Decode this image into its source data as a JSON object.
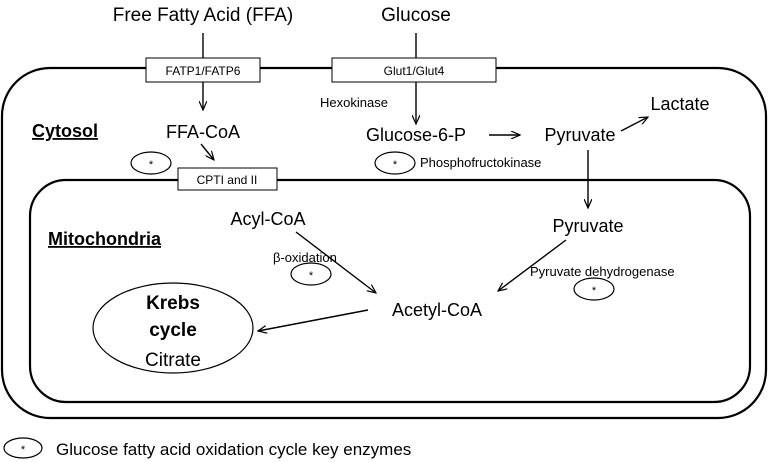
{
  "inputs": {
    "ffa": "Free Fatty Acid (FFA)",
    "glucose": "Glucose"
  },
  "transporters": {
    "fatp": "FATP1/FATP6",
    "glut": "Glut1/Glut4",
    "cpt": "CPTI and II"
  },
  "compartments": {
    "cytosol": "Cytosol",
    "mitochondria": "Mitochondria"
  },
  "cytosol_nodes": {
    "ffa_coa": "FFA-CoA",
    "glucose_6_p": "Glucose-6-P",
    "pyruvate": "Pyruvate",
    "lactate": "Lactate"
  },
  "mito_nodes": {
    "acyl_coa": "Acyl-CoA",
    "pyruvate": "Pyruvate",
    "acetyl_coa": "Acetyl-CoA",
    "krebs_line1": "Krebs",
    "krebs_line2": "cycle",
    "citrate": "Citrate"
  },
  "enzymes": {
    "hexokinase": "Hexokinase",
    "phosphofructokinase": "Phosphofructokinase",
    "beta_oxidation": "β-oxidation",
    "pdh": "Pyruvate dehydrogenase",
    "key_marker": "*"
  },
  "legend": {
    "text": "Glucose fatty acid oxidation cycle key enzymes",
    "marker": "*"
  }
}
